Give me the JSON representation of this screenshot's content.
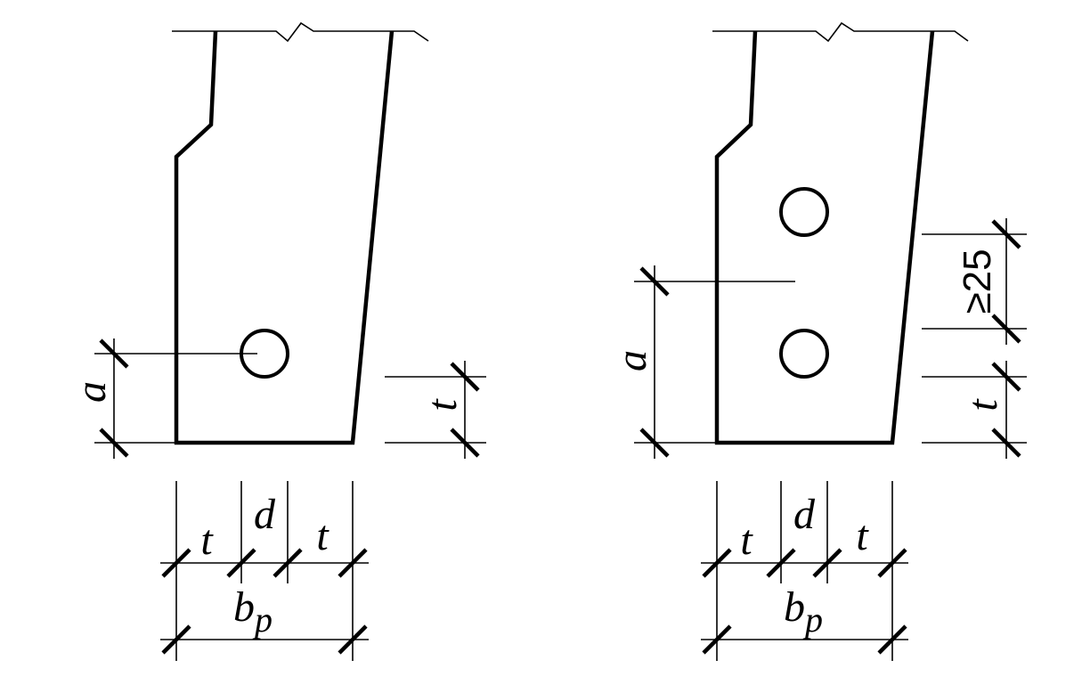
{
  "left_figure": {
    "labels": {
      "a": "a",
      "t_right": "t",
      "t_bottom_left": "t",
      "d": "d",
      "t_bottom_right": "t",
      "b": "b",
      "b_sub": "p"
    }
  },
  "right_figure": {
    "labels": {
      "a": "a",
      "spacing": "≥25",
      "t_right": "t",
      "t_bottom_left": "t",
      "d": "d",
      "t_bottom_right": "t",
      "b": "b",
      "b_sub": "p"
    }
  }
}
